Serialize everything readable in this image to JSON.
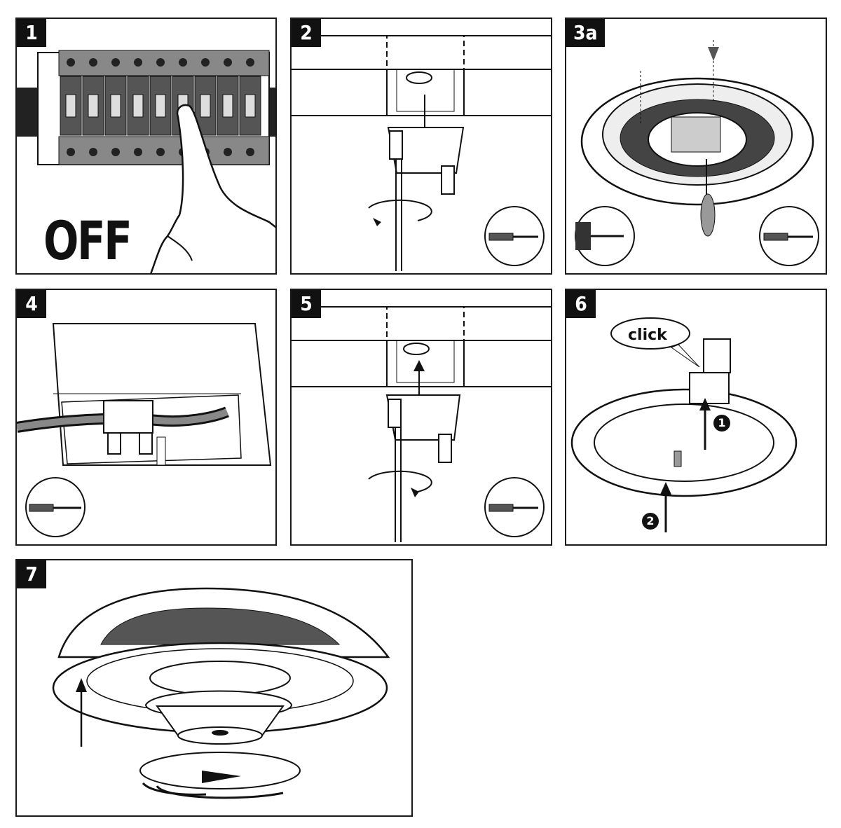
{
  "steps": {
    "s1": {
      "label": "1",
      "caption": "OFF"
    },
    "s2": {
      "label": "2"
    },
    "s3": {
      "label": "3a"
    },
    "s4": {
      "label": "4"
    },
    "s5": {
      "label": "5"
    },
    "s6": {
      "label": "6",
      "bubble": "click",
      "markers": [
        "1",
        "2"
      ]
    },
    "s7": {
      "label": "7"
    }
  },
  "colors": {
    "ink": "#111111",
    "paper": "#ffffff",
    "shade": "#777777",
    "light": "#cfcfcf"
  }
}
